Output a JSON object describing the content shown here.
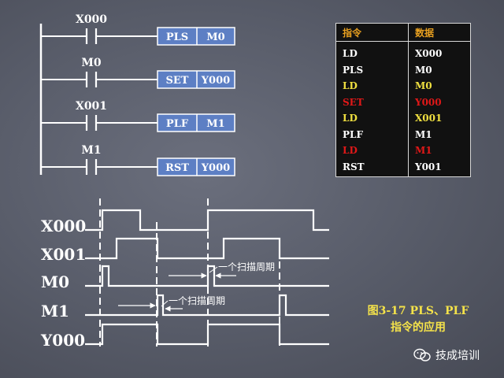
{
  "ladder": {
    "rungs": [
      {
        "contact": "X000",
        "instruction": "PLS",
        "operand": "M0"
      },
      {
        "contact": "M0",
        "instruction": "SET",
        "operand": "Y000"
      },
      {
        "contact": "X001",
        "instruction": "PLF",
        "operand": "M1"
      },
      {
        "contact": "M1",
        "instruction": "RST",
        "operand": "Y000"
      }
    ]
  },
  "table": {
    "header_instr": "指令",
    "header_data": "数据",
    "header_color": "#e8a020",
    "rows": [
      {
        "instr": "LD",
        "data": "X000",
        "color": "#ffffff"
      },
      {
        "instr": "PLS",
        "data": "M0",
        "color": "#ffffff"
      },
      {
        "instr": "LD",
        "data": "M0",
        "color": "#f0e040"
      },
      {
        "instr": "SET",
        "data": "Y000",
        "color": "#e01818"
      },
      {
        "instr": "LD",
        "data": "X001",
        "color": "#f0e040"
      },
      {
        "instr": "PLF",
        "data": "M1",
        "color": "#ffffff"
      },
      {
        "instr": "LD",
        "data": "M1",
        "color": "#e01818"
      },
      {
        "instr": "RST",
        "data": "Y001",
        "color": "#ffffff"
      }
    ]
  },
  "timing": {
    "signals": [
      {
        "name": "X000",
        "high": [
          [
            130,
            178
          ],
          [
            264,
            398
          ]
        ]
      },
      {
        "name": "X001",
        "high": [
          [
            148,
            200
          ],
          [
            284,
            355
          ]
        ]
      },
      {
        "name": "M0",
        "high": [
          [
            130,
            138
          ],
          [
            264,
            272
          ]
        ]
      },
      {
        "name": "M1",
        "high": [
          [
            200,
            207
          ],
          [
            355,
            363
          ]
        ]
      },
      {
        "name": "Y000",
        "high": [
          [
            130,
            200
          ],
          [
            264,
            355
          ]
        ]
      }
    ],
    "scan_label_1": "一个扫描周期",
    "scan_label_2": "一个扫描周期"
  },
  "caption": {
    "line1": "图3-17   PLS、PLF",
    "line2": "指令的应用"
  },
  "watermark": {
    "text": "技成培训"
  },
  "colors": {
    "accent_yellow": "#f4e24a",
    "instr_box_blue": "#5d7fc4",
    "signal_white": "#ffffff"
  }
}
